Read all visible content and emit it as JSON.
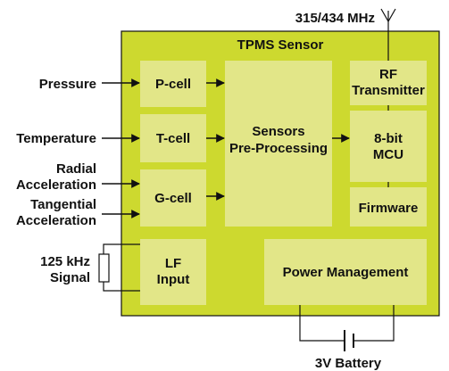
{
  "title": "TPMS Sensor",
  "antenna_label": "315/434 MHz",
  "battery_label": "3V Battery",
  "inputs": {
    "pressure": "Pressure",
    "temperature": "Temperature",
    "radial_line1": "Radial",
    "radial_line2": "Acceleration",
    "tangential_line1": "Tangential",
    "tangential_line2": "Acceleration",
    "signal_line1": "125 kHz",
    "signal_line2": "Signal"
  },
  "blocks": {
    "p_cell": "P-cell",
    "t_cell": "T-cell",
    "g_cell": "G-cell",
    "lf_line1": "LF",
    "lf_line2": "Input",
    "sensors_line1": "Sensors",
    "sensors_line2": "Pre-Processing",
    "rf_line1": "RF",
    "rf_line2": "Transmitter",
    "mcu_line1": "8-bit",
    "mcu_line2": "MCU",
    "firmware": "Firmware",
    "power": "Power Management"
  },
  "colors": {
    "outer_fill": "#cdd92f",
    "block_fill": "#e2e688",
    "stroke": "#111111"
  }
}
